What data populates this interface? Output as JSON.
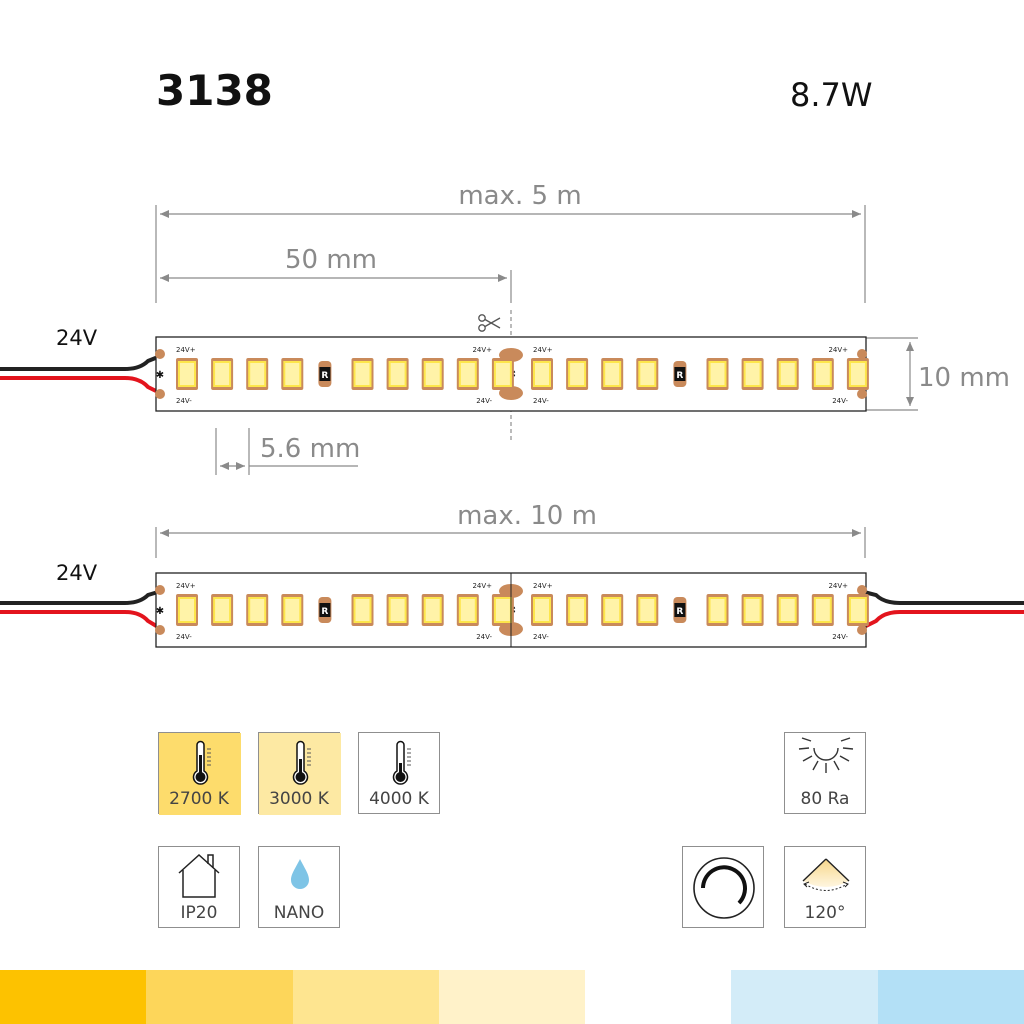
{
  "header": {
    "model": "3138",
    "power": "8.7W"
  },
  "strip1": {
    "length_label": "max. 5 m",
    "cut_label": "50 mm",
    "width_label": "10 mm",
    "pitch_label": "5.6 mm",
    "voltage": "24V",
    "pad_plus": "24V+",
    "pad_minus": "24V-",
    "resistor": "R"
  },
  "strip2": {
    "length_label": "max. 10 m",
    "voltage": "24V",
    "pad_plus": "24V+",
    "pad_minus": "24V-",
    "resistor": "R"
  },
  "icons": {
    "cct_2700": "2700 K",
    "cct_3000": "3000 K",
    "cct_4000": "4000 K",
    "cri": "80 Ra",
    "ip": "IP20",
    "coating": "NANO",
    "angle": "120°"
  },
  "colors": {
    "band": [
      "#fdc200",
      "#fdd65a",
      "#fee590",
      "#fff2c9",
      "#ffffff",
      "#d3ecf8",
      "#b3e0f6"
    ],
    "cct_2700_bg": "#fddc6c",
    "cct_3000_bg": "#fde9a3",
    "wire_black": "#222222",
    "wire_red": "#e3141d",
    "pad_copper": "#c98a5b"
  }
}
